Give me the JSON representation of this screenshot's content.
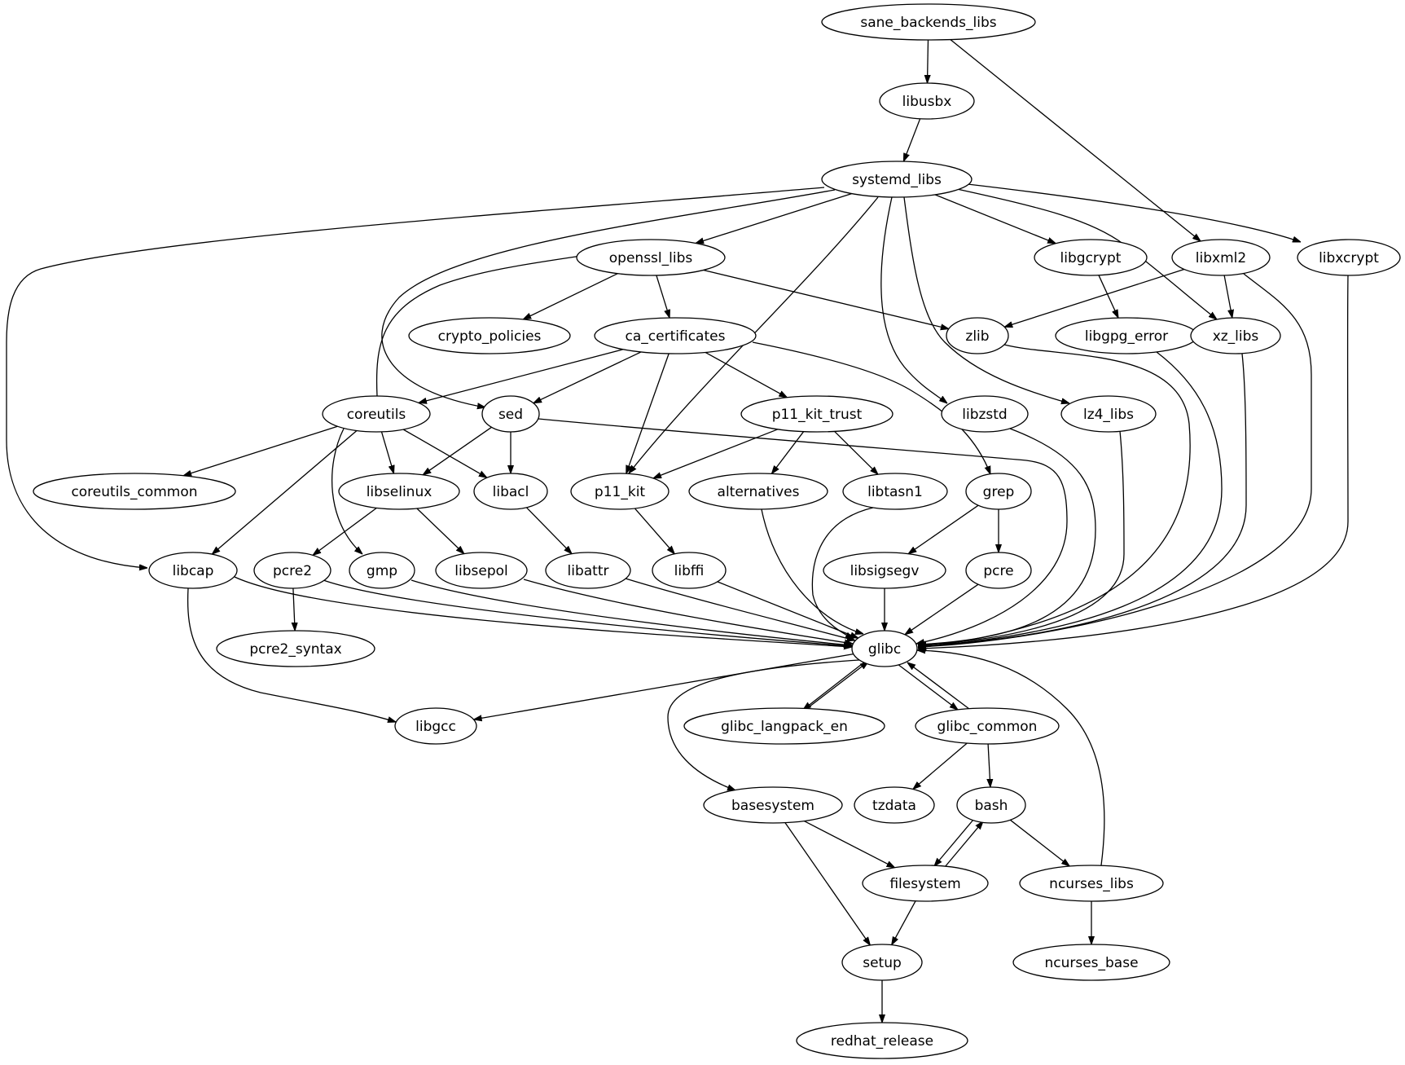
{
  "diagram": {
    "type": "directed-graph",
    "nodes": [
      {
        "id": "sane_backends_libs",
        "label": "sane_backends_libs"
      },
      {
        "id": "libusbx",
        "label": "libusbx"
      },
      {
        "id": "systemd_libs",
        "label": "systemd_libs"
      },
      {
        "id": "openssl_libs",
        "label": "openssl_libs"
      },
      {
        "id": "libgcrypt",
        "label": "libgcrypt"
      },
      {
        "id": "libxml2",
        "label": "libxml2"
      },
      {
        "id": "libxcrypt",
        "label": "libxcrypt"
      },
      {
        "id": "crypto_policies",
        "label": "crypto_policies"
      },
      {
        "id": "ca_certificates",
        "label": "ca_certificates"
      },
      {
        "id": "zlib",
        "label": "zlib"
      },
      {
        "id": "libgpg_error",
        "label": "libgpg_error"
      },
      {
        "id": "xz_libs",
        "label": "xz_libs"
      },
      {
        "id": "coreutils",
        "label": "coreutils"
      },
      {
        "id": "sed",
        "label": "sed"
      },
      {
        "id": "p11_kit_trust",
        "label": "p11_kit_trust"
      },
      {
        "id": "libzstd",
        "label": "libzstd"
      },
      {
        "id": "lz4_libs",
        "label": "lz4_libs"
      },
      {
        "id": "coreutils_common",
        "label": "coreutils_common"
      },
      {
        "id": "libselinux",
        "label": "libselinux"
      },
      {
        "id": "libacl",
        "label": "libacl"
      },
      {
        "id": "p11_kit",
        "label": "p11_kit"
      },
      {
        "id": "alternatives",
        "label": "alternatives"
      },
      {
        "id": "libtasn1",
        "label": "libtasn1"
      },
      {
        "id": "grep",
        "label": "grep"
      },
      {
        "id": "libcap",
        "label": "libcap"
      },
      {
        "id": "pcre2",
        "label": "pcre2"
      },
      {
        "id": "gmp",
        "label": "gmp"
      },
      {
        "id": "libsepol",
        "label": "libsepol"
      },
      {
        "id": "libattr",
        "label": "libattr"
      },
      {
        "id": "libffi",
        "label": "libffi"
      },
      {
        "id": "libsigsegv",
        "label": "libsigsegv"
      },
      {
        "id": "pcre",
        "label": "pcre"
      },
      {
        "id": "pcre2_syntax",
        "label": "pcre2_syntax"
      },
      {
        "id": "glibc",
        "label": "glibc"
      },
      {
        "id": "libgcc",
        "label": "libgcc"
      },
      {
        "id": "glibc_langpack_en",
        "label": "glibc_langpack_en"
      },
      {
        "id": "glibc_common",
        "label": "glibc_common"
      },
      {
        "id": "basesystem",
        "label": "basesystem"
      },
      {
        "id": "tzdata",
        "label": "tzdata"
      },
      {
        "id": "bash",
        "label": "bash"
      },
      {
        "id": "filesystem",
        "label": "filesystem"
      },
      {
        "id": "ncurses_libs",
        "label": "ncurses_libs"
      },
      {
        "id": "setup",
        "label": "setup"
      },
      {
        "id": "ncurses_base",
        "label": "ncurses_base"
      },
      {
        "id": "redhat_release",
        "label": "redhat_release"
      }
    ],
    "edges": [
      {
        "from": "sane_backends_libs",
        "to": "libusbx"
      },
      {
        "from": "sane_backends_libs",
        "to": "libxml2"
      },
      {
        "from": "libusbx",
        "to": "systemd_libs"
      },
      {
        "from": "systemd_libs",
        "to": "libcap"
      },
      {
        "from": "systemd_libs",
        "to": "sed"
      },
      {
        "from": "systemd_libs",
        "to": "openssl_libs"
      },
      {
        "from": "systemd_libs",
        "to": "p11_kit"
      },
      {
        "from": "systemd_libs",
        "to": "libzstd"
      },
      {
        "from": "systemd_libs",
        "to": "lz4_libs"
      },
      {
        "from": "systemd_libs",
        "to": "libgcrypt"
      },
      {
        "from": "systemd_libs",
        "to": "xz_libs"
      },
      {
        "from": "systemd_libs",
        "to": "libxcrypt"
      },
      {
        "from": "openssl_libs",
        "to": "crypto_policies"
      },
      {
        "from": "openssl_libs",
        "to": "ca_certificates"
      },
      {
        "from": "openssl_libs",
        "to": "zlib"
      },
      {
        "from": "libgcrypt",
        "to": "libgpg_error"
      },
      {
        "from": "libxml2",
        "to": "zlib"
      },
      {
        "from": "libxml2",
        "to": "xz_libs"
      },
      {
        "from": "libxml2",
        "to": "glibc"
      },
      {
        "from": "libxcrypt",
        "to": "glibc"
      },
      {
        "from": "ca_certificates",
        "to": "coreutils"
      },
      {
        "from": "ca_certificates",
        "to": "sed"
      },
      {
        "from": "ca_certificates",
        "to": "p11_kit"
      },
      {
        "from": "ca_certificates",
        "to": "p11_kit_trust"
      },
      {
        "from": "ca_certificates",
        "to": "grep"
      },
      {
        "from": "zlib",
        "to": "glibc"
      },
      {
        "from": "libgpg_error",
        "to": "glibc"
      },
      {
        "from": "xz_libs",
        "to": "glibc"
      },
      {
        "from": "coreutils",
        "to": "openssl_libs"
      },
      {
        "from": "coreutils",
        "to": "coreutils_common"
      },
      {
        "from": "coreutils",
        "to": "libselinux"
      },
      {
        "from": "coreutils",
        "to": "libacl"
      },
      {
        "from": "coreutils",
        "to": "libcap"
      },
      {
        "from": "coreutils",
        "to": "gmp"
      },
      {
        "from": "sed",
        "to": "libselinux"
      },
      {
        "from": "sed",
        "to": "libacl"
      },
      {
        "from": "sed",
        "to": "glibc"
      },
      {
        "from": "p11_kit_trust",
        "to": "p11_kit"
      },
      {
        "from": "p11_kit_trust",
        "to": "alternatives"
      },
      {
        "from": "p11_kit_trust",
        "to": "libtasn1"
      },
      {
        "from": "libzstd",
        "to": "glibc"
      },
      {
        "from": "lz4_libs",
        "to": "glibc"
      },
      {
        "from": "libselinux",
        "to": "pcre2"
      },
      {
        "from": "libselinux",
        "to": "libsepol"
      },
      {
        "from": "libacl",
        "to": "libattr"
      },
      {
        "from": "p11_kit",
        "to": "libffi"
      },
      {
        "from": "alternatives",
        "to": "glibc"
      },
      {
        "from": "libtasn1",
        "to": "glibc"
      },
      {
        "from": "grep",
        "to": "libsigsegv"
      },
      {
        "from": "grep",
        "to": "pcre"
      },
      {
        "from": "libcap",
        "to": "glibc"
      },
      {
        "from": "libcap",
        "to": "libgcc"
      },
      {
        "from": "pcre2",
        "to": "pcre2_syntax"
      },
      {
        "from": "pcre2",
        "to": "glibc"
      },
      {
        "from": "gmp",
        "to": "glibc"
      },
      {
        "from": "libsepol",
        "to": "glibc"
      },
      {
        "from": "libattr",
        "to": "glibc"
      },
      {
        "from": "libffi",
        "to": "glibc"
      },
      {
        "from": "libsigsegv",
        "to": "glibc"
      },
      {
        "from": "pcre",
        "to": "glibc"
      },
      {
        "from": "glibc",
        "to": "libgcc"
      },
      {
        "from": "glibc",
        "to": "glibc_langpack_en"
      },
      {
        "from": "glibc",
        "to": "glibc_common"
      },
      {
        "from": "glibc",
        "to": "basesystem"
      },
      {
        "from": "glibc_langpack_en",
        "to": "glibc"
      },
      {
        "from": "glibc_common",
        "to": "glibc"
      },
      {
        "from": "glibc_common",
        "to": "tzdata"
      },
      {
        "from": "glibc_common",
        "to": "bash"
      },
      {
        "from": "basesystem",
        "to": "filesystem"
      },
      {
        "from": "basesystem",
        "to": "setup"
      },
      {
        "from": "bash",
        "to": "filesystem"
      },
      {
        "from": "bash",
        "to": "ncurses_libs"
      },
      {
        "from": "filesystem",
        "to": "bash"
      },
      {
        "from": "filesystem",
        "to": "setup"
      },
      {
        "from": "ncurses_libs",
        "to": "glibc"
      },
      {
        "from": "ncurses_libs",
        "to": "ncurses_base"
      },
      {
        "from": "setup",
        "to": "redhat_release"
      }
    ]
  }
}
